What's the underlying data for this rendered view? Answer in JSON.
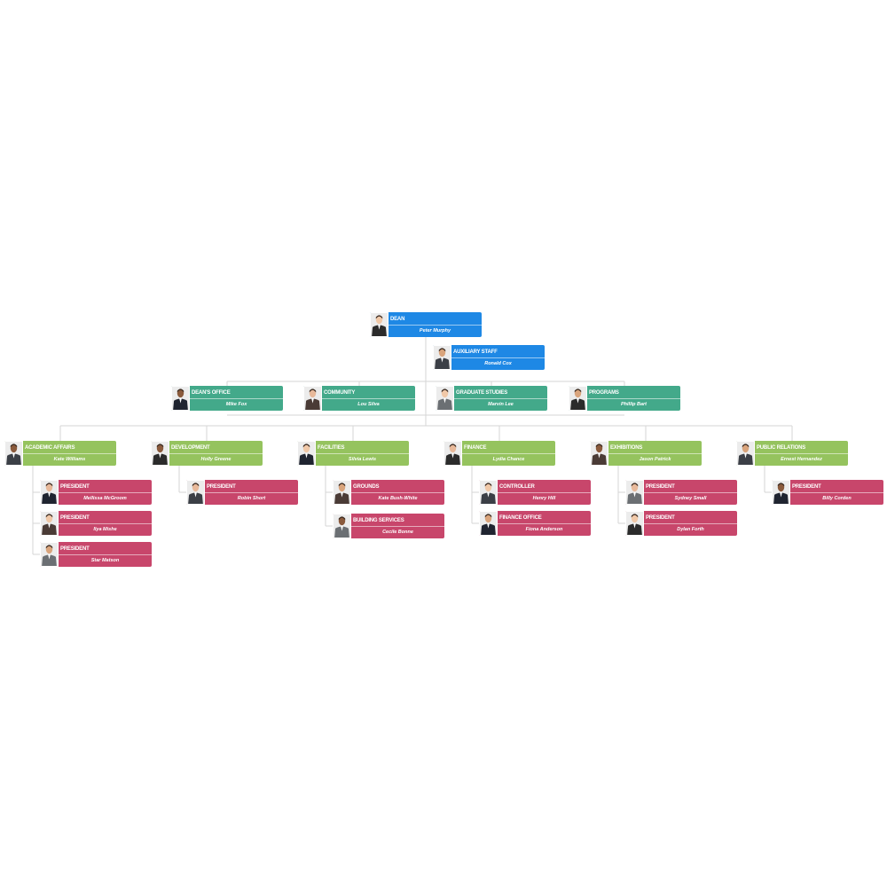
{
  "colors": {
    "executive": "#1e88e5",
    "division": "#43a98a",
    "department": "#95c35e",
    "team": "#c8466b",
    "connector": "#d6d6d6"
  },
  "chart_data": {
    "type": "org-chart",
    "root": {
      "id": "dean",
      "title": "DEAN",
      "person": "Peter Murphy",
      "level": "executive",
      "children": [
        {
          "id": "auxiliary-staff",
          "title": "AUXILIARY STAFF",
          "person": "Ronald Cox",
          "level": "executive",
          "children": [
            {
              "id": "deans-office",
              "title": "DEAN'S OFFICE",
              "person": "Mike Fox",
              "level": "division",
              "children": []
            },
            {
              "id": "community",
              "title": "COMMUNITY",
              "person": "Lou Silva",
              "level": "division",
              "children": []
            },
            {
              "id": "graduate-studies",
              "title": "GRADUATE STUDIES",
              "person": "Marvin Lee",
              "level": "division",
              "children": []
            },
            {
              "id": "programs",
              "title": "PROGRAMS",
              "person": "Phillip Bart",
              "level": "division",
              "children": []
            },
            {
              "id": "academic-affairs",
              "title": "ACADEMIC AFFAIRS",
              "person": "Kate Williams",
              "level": "department",
              "children": [
                {
                  "id": "aa-president-1",
                  "title": "PRESIDENT",
                  "person": "Mellissa McGroom",
                  "level": "team",
                  "children": []
                },
                {
                  "id": "aa-president-2",
                  "title": "PRESIDENT",
                  "person": "Ilya Mishe",
                  "level": "team",
                  "children": []
                },
                {
                  "id": "aa-president-3",
                  "title": "PRESIDENT",
                  "person": "Star Matson",
                  "level": "team",
                  "children": []
                }
              ]
            },
            {
              "id": "development",
              "title": "DEVELOPMENT",
              "person": "Holly Greene",
              "level": "department",
              "children": [
                {
                  "id": "dev-president-1",
                  "title": "PRESIDENT",
                  "person": "Robin Short",
                  "level": "team",
                  "children": []
                }
              ]
            },
            {
              "id": "facilities",
              "title": "FACILITIES",
              "person": "Silvia Lewis",
              "level": "department",
              "children": [
                {
                  "id": "grounds",
                  "title": "GROUNDS",
                  "person": "Kate Bush-White",
                  "level": "team",
                  "children": []
                },
                {
                  "id": "building-services",
                  "title": "BUILDING SERVICES",
                  "person": "Cecile Bonne",
                  "level": "team",
                  "children": []
                }
              ]
            },
            {
              "id": "finance",
              "title": "FINANCE",
              "person": "Lydia Chance",
              "level": "department",
              "children": [
                {
                  "id": "controller",
                  "title": "CONTROLLER",
                  "person": "Henry Hill",
                  "level": "team",
                  "children": []
                },
                {
                  "id": "finance-office",
                  "title": "FINANCE OFFICE",
                  "person": "Fiona Anderson",
                  "level": "team",
                  "children": []
                }
              ]
            },
            {
              "id": "exhibitions",
              "title": "EXHIBITIONS",
              "person": "Jason Patrick",
              "level": "department",
              "children": [
                {
                  "id": "ex-president-1",
                  "title": "PRESIDENT",
                  "person": "Sydney Small",
                  "level": "team",
                  "children": []
                },
                {
                  "id": "ex-president-2",
                  "title": "PRESIDENT",
                  "person": "Dylan Forth",
                  "level": "team",
                  "children": []
                }
              ]
            },
            {
              "id": "public-relations",
              "title": "PUBLIC RELATIONS",
              "person": "Ernest Hernandez",
              "level": "department",
              "children": [
                {
                  "id": "pr-president-1",
                  "title": "PRESIDENT",
                  "person": "Billy Corden",
                  "level": "team",
                  "children": []
                }
              ]
            }
          ]
        }
      ]
    }
  }
}
